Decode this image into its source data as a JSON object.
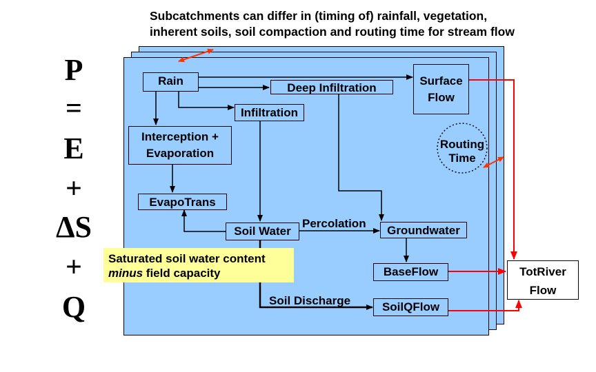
{
  "caption": {
    "line1": "Subcatchments can differ in (timing of) rainfall, vegetation,",
    "line2": "inherent soils, soil compaction and routing time for stream flow"
  },
  "equation": [
    "P",
    "=",
    "E",
    "+",
    "ΔS",
    "+",
    "Q"
  ],
  "boxes": {
    "rain": "Rain",
    "deep_infiltration": "Deep Infiltration",
    "surface_flow_1": "Surface",
    "surface_flow_2": "Flow",
    "infiltration": "Infiltration",
    "interception_1": "Interception +",
    "interception_2": "Evaporation",
    "routing_1": "Routing",
    "routing_2": "Time",
    "evapotrans": "EvapoTrans",
    "soil_water": "Soil Water",
    "groundwater": "Groundwater",
    "baseflow": "BaseFlow",
    "soilqflow": "SoilQFlow",
    "totriver_1": "TotRiver",
    "totriver_2": "Flow"
  },
  "labels": {
    "percolation": "Percolation",
    "soil_discharge": "Soil Discharge"
  },
  "note": {
    "line1": "Saturated soil water content",
    "line2_italic": "minus",
    "line2_rest": " field capacity"
  },
  "colors": {
    "panel": "#99ccff",
    "note": "#ffff99",
    "flow_arrow": "#ff0000",
    "routing_arrow": "#ff3300"
  }
}
